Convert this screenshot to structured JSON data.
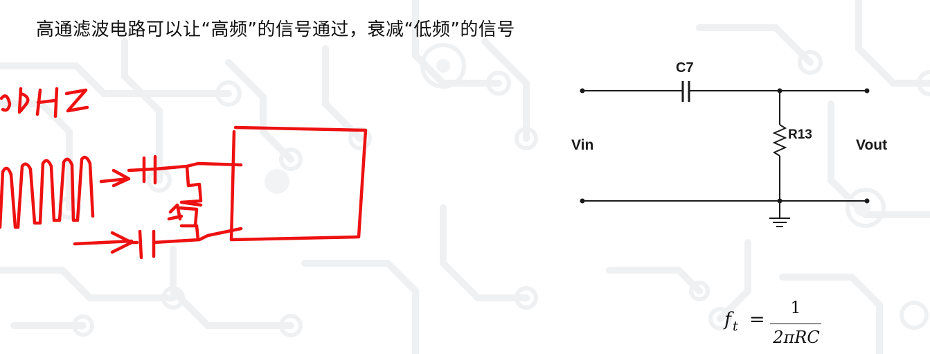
{
  "slide": {
    "heading": "高通滤波电路可以让“高频”的信号通过，衰减“低频”的信号"
  },
  "circuit": {
    "capacitor_label": "C7",
    "resistor_label": "R13",
    "input_label": "Vin",
    "output_label": "Vout"
  },
  "formula": {
    "lhs_symbol": "f",
    "lhs_subscript": "t",
    "equals": "=",
    "numerator": "1",
    "denominator": "2πRC"
  },
  "annotation": {
    "ink_color": "#ee1111"
  }
}
